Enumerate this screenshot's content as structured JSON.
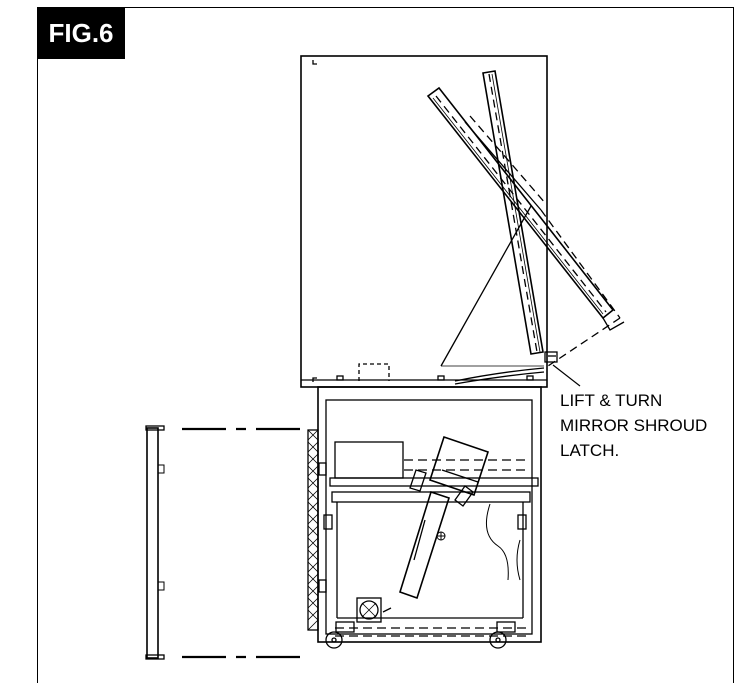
{
  "figure": {
    "label": "FIG.6"
  },
  "callout": {
    "lines": [
      "LIFT & TURN",
      "MIRROR SHROUD",
      "LATCH."
    ]
  }
}
